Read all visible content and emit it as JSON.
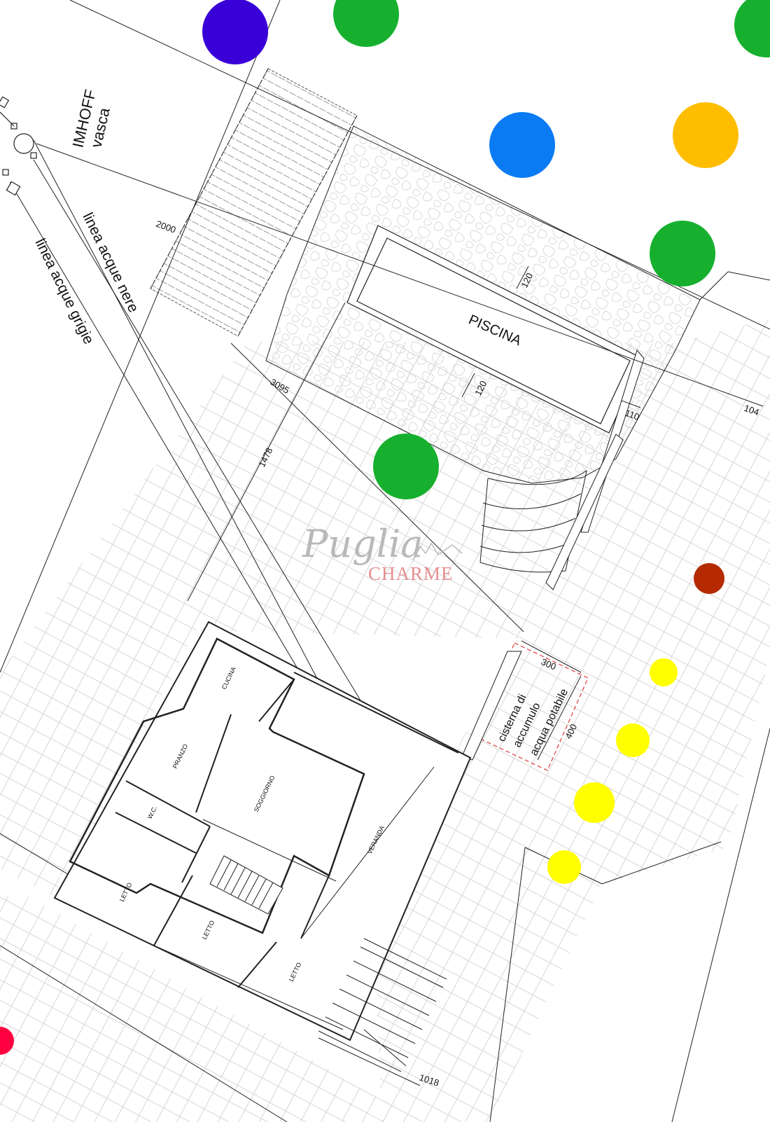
{
  "labels": {
    "imhoff": "IMHOFF",
    "vasca": "vasca",
    "linea_nere": "linea acque nere",
    "linea_grigie": "linea acque grigie",
    "piscina": "PISCINA",
    "cisterna_1": "cisterna di",
    "cisterna_2": "accumulo",
    "cisterna_3": "acqua potabile"
  },
  "dimensions": {
    "d2000": "2000",
    "d120a": "120",
    "d120b": "120",
    "d110": "110",
    "d104": "104",
    "d3095": "3095",
    "d1478": "1478",
    "d300": "300",
    "d400": "400",
    "d1018": "1018"
  },
  "rooms": {
    "cucina": "CUCINA",
    "pranzo": "PRANZO",
    "soggiorno": "SOGGIORNO",
    "wc": "W.C.",
    "veranda": "VERANDA",
    "letto1": "LETTO",
    "letto2": "LETTO",
    "letto3": "LETTO"
  },
  "watermark": {
    "script": "Puglia",
    "brand": "CHARME"
  },
  "colors": {
    "green": "#16b02e",
    "purple": "#3a00d8",
    "blue": "#0a7bf3",
    "orange": "#ffbd00",
    "brown": "#b52a00",
    "yellow": "#ffff00",
    "red": "#ff0040",
    "line": "#222222",
    "tank_outline": "#e0474b"
  }
}
